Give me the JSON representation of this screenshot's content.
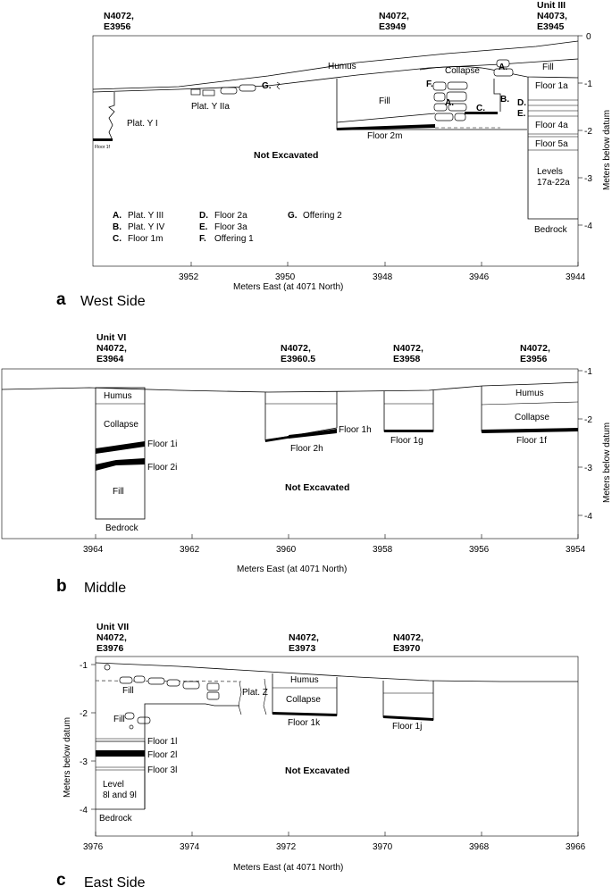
{
  "panel_a": {
    "letter": "a",
    "title": "West Side",
    "unit_labels": [
      {
        "line1": "",
        "line2": "N4072,",
        "line3": "E3956"
      },
      {
        "line1": "",
        "line2": "N4072,",
        "line3": "E3949"
      },
      {
        "line1": "Unit III",
        "line2": "N4073,",
        "line3": "E3945"
      }
    ],
    "layers": [
      "Humus",
      "Collapse",
      "Fill",
      "Fill",
      "Floor 1a",
      "Floor 4a",
      "Floor 5a",
      "Levels",
      "17a-22a",
      "Bedrock",
      "Plat. Y I",
      "Plat. Y IIa",
      "Floor 2m",
      "Floor 1f"
    ],
    "markers": [
      "A.",
      "A.",
      "B.",
      "C.",
      "D.",
      "E.",
      "F.",
      "G."
    ],
    "not_excavated": "Not Excavated",
    "key": [
      {
        "k": "A.",
        "v": "Plat. Y III"
      },
      {
        "k": "B.",
        "v": "Plat. Y IV"
      },
      {
        "k": "C.",
        "v": "Floor 1m"
      },
      {
        "k": "D.",
        "v": "Floor 2a"
      },
      {
        "k": "E.",
        "v": "Floor 3a"
      },
      {
        "k": "F.",
        "v": "Offering 1"
      },
      {
        "k": "G.",
        "v": "Offering 2"
      }
    ],
    "x_ticks": [
      "3952",
      "3950",
      "3948",
      "3946",
      "3944"
    ],
    "y_ticks": [
      "0",
      "-1",
      "-2",
      "-3",
      "-4"
    ],
    "x_label": "Meters East (at 4071 North)",
    "y_label": "Meters below datum"
  },
  "panel_b": {
    "letter": "b",
    "title": "Middle",
    "unit_labels": [
      {
        "line1": "Unit VI",
        "line2": "N4072,",
        "line3": "E3964"
      },
      {
        "line1": "",
        "line2": "N4072,",
        "line3": "E3960.5"
      },
      {
        "line1": "",
        "line2": "N4072,",
        "line3": "E3958"
      },
      {
        "line1": "",
        "line2": "N4072,",
        "line3": "E3956"
      }
    ],
    "layers": [
      "Humus",
      "Collapse",
      "Floor 1i",
      "Floor 2i",
      "Fill",
      "Bedrock",
      "Floor 1h",
      "Floor 2h",
      "Floor 1g",
      "Humus",
      "Collapse",
      "Floor 1f"
    ],
    "not_excavated": "Not Excavated",
    "x_ticks": [
      "3964",
      "3962",
      "3960",
      "3958",
      "3956",
      "3954"
    ],
    "y_ticks": [
      "-1",
      "-2",
      "-3",
      "-4"
    ],
    "x_label": "Meters East (at 4071 North)",
    "y_label": "Meters below datum"
  },
  "panel_c": {
    "letter": "c",
    "title": "East Side",
    "unit_labels": [
      {
        "line1": "Unit VII",
        "line2": "N4072,",
        "line3": "E3976"
      },
      {
        "line1": "",
        "line2": "N4072,",
        "line3": "E3973"
      },
      {
        "line1": "",
        "line2": "N4072,",
        "line3": "E3970"
      }
    ],
    "layers": [
      "Fill",
      "Fill",
      "Floor 1l",
      "Floor 2l",
      "Floor 3l",
      "Level",
      "8l and 9l",
      "Bedrock",
      "Plat. Z",
      "Humus",
      "Collapse",
      "Floor 1k",
      "Floor 1j"
    ],
    "not_excavated": "Not Excavated",
    "x_ticks": [
      "3976",
      "3974",
      "3972",
      "3970",
      "3968",
      "3966"
    ],
    "y_ticks": [
      "-1",
      "-2",
      "-3",
      "-4"
    ],
    "x_label": "Meters East (at 4071 North)",
    "y_label": "Meters below datum"
  }
}
